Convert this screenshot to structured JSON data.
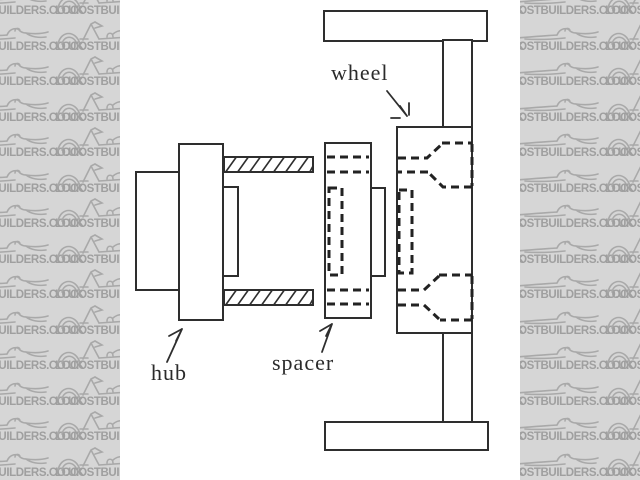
{
  "watermark": {
    "text": "LOCOSTBUILDERS.CO.UK",
    "background_color": "#d6d6d6",
    "text_color": "#9f9f9f",
    "sketch_color": "#a9a9a9"
  },
  "diagram": {
    "panel_color": "#ffffff",
    "line_color": "#2e2e2e",
    "labels": {
      "wheel": "wheel",
      "hub": "hub",
      "spacer": "spacer"
    }
  }
}
